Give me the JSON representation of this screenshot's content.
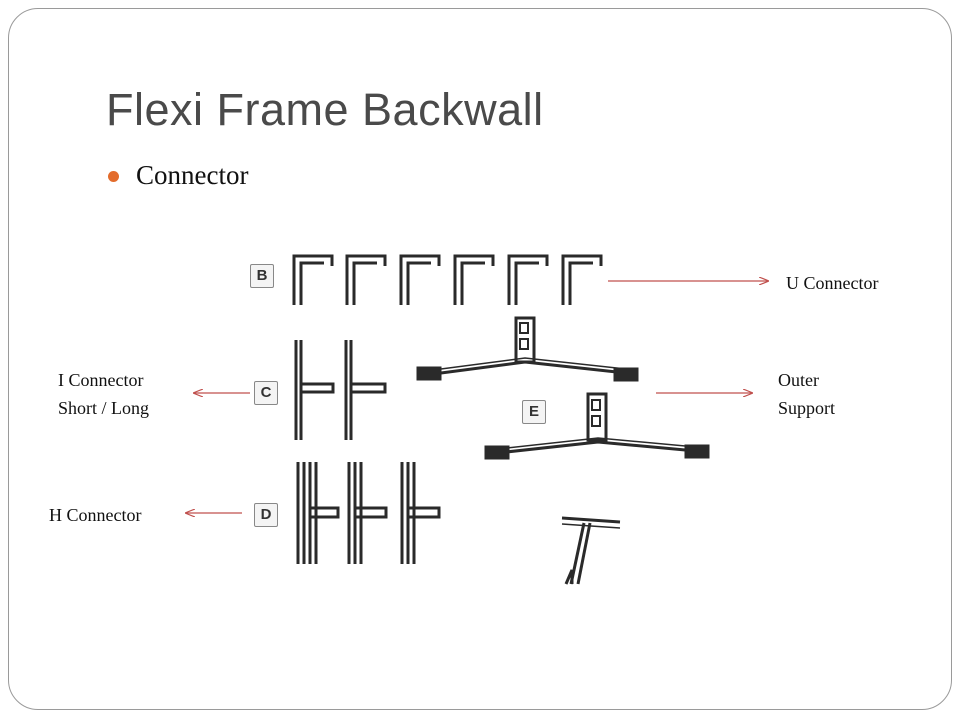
{
  "slide": {
    "title": "Flexi Frame Backwall",
    "bullet": "Connector"
  },
  "tags": {
    "b": "B",
    "c": "C",
    "d": "D",
    "e": "E"
  },
  "labels": {
    "u_connector": "U Connector",
    "i_connector_line1": "I Connector",
    "i_connector_line2": "Short / Long",
    "h_connector": "H Connector",
    "outer_support_line1": "Outer",
    "outer_support_line2": "Support"
  },
  "colors": {
    "accent": "#e36c2c",
    "arrow": "#c0504d",
    "part": "#2a2a2a"
  }
}
